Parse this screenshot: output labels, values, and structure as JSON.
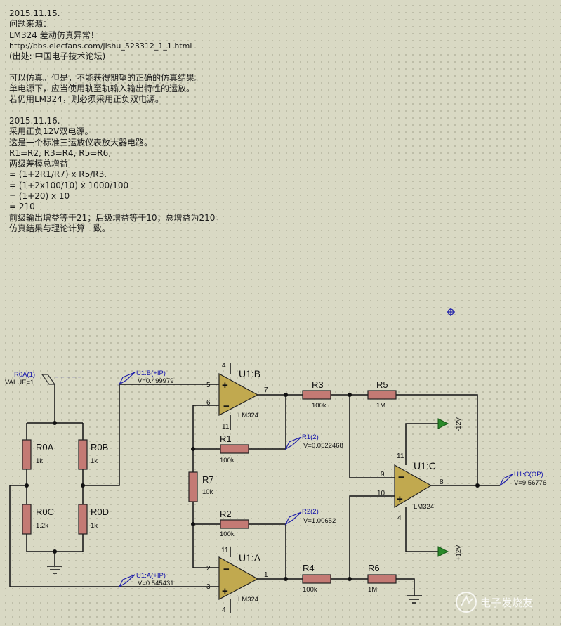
{
  "notes": [
    "2015.11.15.",
    "问题来源：",
    "LM324 差动仿真异常！",
    "http://bbs.elecfans.com/jishu_523312_1_1.html",
    "(出处: 中国电子技术论坛)",
    "",
    "可以仿真。但是，不能获得期望的正确的仿真结果。",
    "单电源下，应当使用轨至轨输入输出特性的运放。",
    "若仍用LM324，则必须采用正负双电源。",
    "",
    "2015.11.16.",
    "采用正负12V双电源。",
    "这是一个标准三运放仪表放大器电路。",
    "R1=R2, R3=R4, R5=R6,",
    "两级差模总增益",
    "= (1+2R1/R7) x R5/R3.",
    "= (1+2x100/10) x 1000/100",
    "= (1+20) x 10",
    "= 210",
    "前级输出增益等于21；后级增益等于10；总增益为210。",
    "仿真结果与理论计算一致。"
  ],
  "source": {
    "label": "R0A(1)",
    "value": "VALUE=1",
    "flag": "= = = = ="
  },
  "resistors": {
    "r0a": {
      "name": "R0A",
      "value": "1k"
    },
    "r0b": {
      "name": "R0B",
      "value": "1k"
    },
    "r0c": {
      "name": "R0C",
      "value": "1.2k"
    },
    "r0d": {
      "name": "R0D",
      "value": "1k"
    },
    "r1": {
      "name": "R1",
      "value": "100k"
    },
    "r2": {
      "name": "R2",
      "value": "100k"
    },
    "r3": {
      "name": "R3",
      "value": "100k"
    },
    "r4": {
      "name": "R4",
      "value": "100k"
    },
    "r5": {
      "name": "R5",
      "value": "1M"
    },
    "r6": {
      "name": "R6",
      "value": "1M"
    },
    "r7": {
      "name": "R7",
      "value": "10k"
    }
  },
  "opamps": {
    "u1b": {
      "name": "U1:B",
      "part": "LM324",
      "pin_plus": "5",
      "pin_minus": "6",
      "pin_out": "7",
      "pin_top": "4",
      "pin_bottom": "11"
    },
    "u1a": {
      "name": "U1:A",
      "part": "LM324",
      "pin_plus": "3",
      "pin_minus": "2",
      "pin_out": "1",
      "pin_top": "11",
      "pin_bottom": "4"
    },
    "u1c": {
      "name": "U1:C",
      "part": "LM324",
      "pin_plus": "10",
      "pin_minus": "9",
      "pin_out": "8",
      "pin_top": "11",
      "pin_bottom": "4"
    }
  },
  "probes": {
    "u1b_ip": {
      "label": "U1:B(+IP)",
      "value": "V=0.499979"
    },
    "u1a_ip": {
      "label": "U1:A(+IP)",
      "value": "V=0.545431"
    },
    "r1_2": {
      "label": "R1(2)",
      "value": "V=0.0522468"
    },
    "r2_2": {
      "label": "R2(2)",
      "value": "V=1.00652"
    },
    "u1c_op": {
      "label": "U1:C(OP)",
      "value": "V=9.56776"
    }
  },
  "rails": {
    "neg": "-12V",
    "pos": "+12V"
  },
  "watermark": "电子发烧友",
  "colors": {
    "background": "#d9d9c4",
    "resistor": "#c47a74",
    "opamp": "#c1a94f",
    "probe": "#1010aa",
    "rail_arrow": "#2a8a2a"
  }
}
